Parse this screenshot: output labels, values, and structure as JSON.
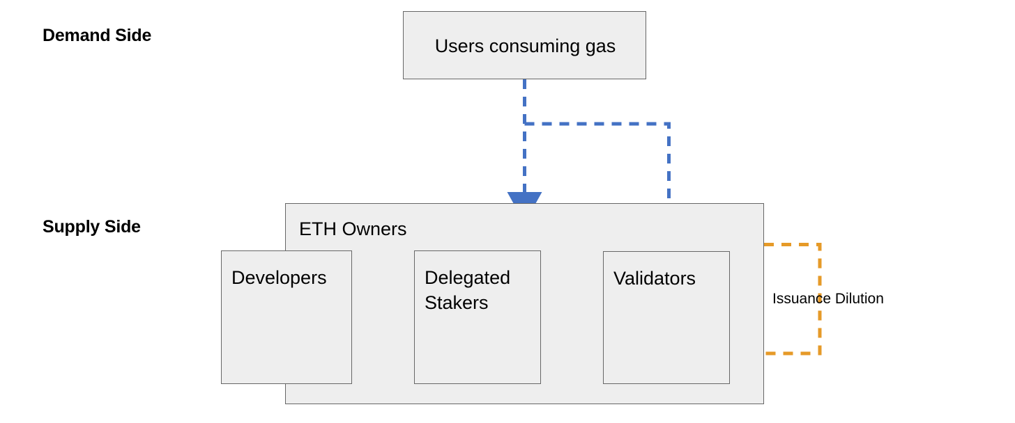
{
  "diagram": {
    "title_colors": {
      "box_fill": "#eeeeee",
      "box_border": "#666666",
      "blue": "#4472c4",
      "orange": "#e69a28",
      "text": "#000000",
      "background": "#ffffff"
    },
    "side_labels": [
      {
        "id": "demand",
        "text": "Demand Side"
      },
      {
        "id": "supply",
        "text": "Supply Side"
      }
    ],
    "nodes": [
      {
        "id": "users",
        "label": "Users consuming gas"
      },
      {
        "id": "eth_owners",
        "label": "ETH Owners"
      },
      {
        "id": "developers",
        "label": "Developers"
      },
      {
        "id": "delegated_stakers",
        "label": "Delegated\nStakers"
      },
      {
        "id": "validators",
        "label": "Validators"
      }
    ],
    "edges": [
      {
        "id": "users-to-delegated",
        "from": "users",
        "to": "delegated_stakers",
        "color": "#4472c4",
        "style": "dashed",
        "weight": "thick",
        "label": ""
      },
      {
        "id": "users-to-validators",
        "from": "users",
        "to": "validators",
        "color": "#4472c4",
        "style": "dashed",
        "weight": "thick",
        "label": ""
      },
      {
        "id": "validators-to-delegated-rewards",
        "from": "validators",
        "to": "delegated_stakers",
        "color": "#4472c4",
        "style": "dashed",
        "weight": "thick",
        "label": ""
      },
      {
        "id": "delegated-to-validators-stake",
        "from": "delegated_stakers",
        "to": "validators",
        "color": "#4472c4",
        "style": "dashed",
        "weight": "thin",
        "label": ""
      },
      {
        "id": "validators-to-delegated-issuance",
        "from": "validators",
        "to": "delegated_stakers",
        "color": "#e69a28",
        "style": "dashed",
        "weight": "thick",
        "label": ""
      },
      {
        "id": "issuance-dilution-loop",
        "from": "eth_owners",
        "to": "validators",
        "color": "#e69a28",
        "style": "dashed",
        "weight": "thick",
        "label": "Issuance Dilution"
      }
    ],
    "edge_labels": [
      {
        "id": "issuance",
        "text": "Issuance Dilution"
      }
    ]
  }
}
